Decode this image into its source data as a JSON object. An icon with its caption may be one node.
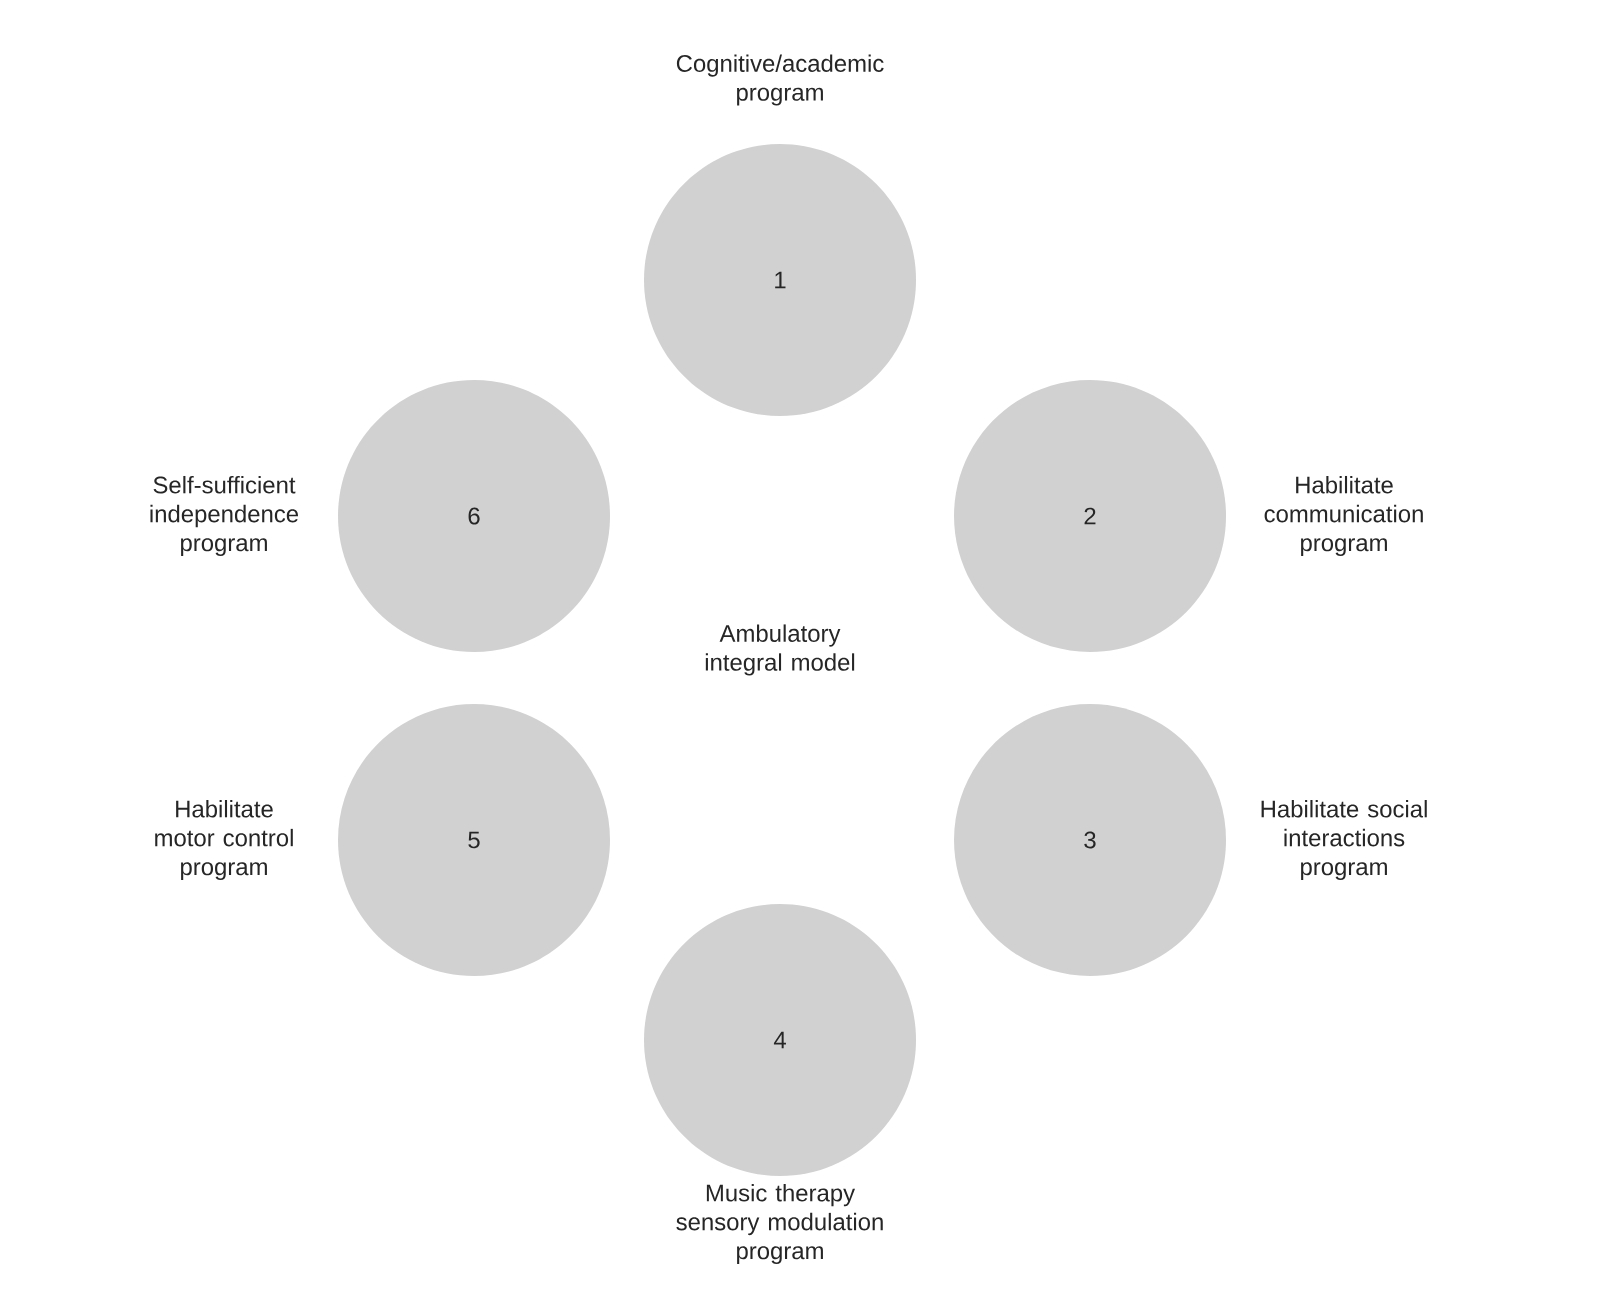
{
  "diagram": {
    "nodes": [
      {
        "text": [
          "1"
        ],
        "beside": [
          "Cognitive/academic program"
        ]
      },
      {
        "text": [
          "2"
        ],
        "beside": [
          "Habilitate communication program"
        ]
      },
      {
        "text": [
          "3"
        ],
        "beside": [
          "Habilitate social interactions program"
        ]
      },
      {
        "text": [
          "4"
        ],
        "beside": [
          "Music therapy sensory modulation program"
        ]
      },
      {
        "text": [
          "5"
        ],
        "beside": [
          "Habilitate motor control program"
        ]
      },
      {
        "text": [
          "6"
        ],
        "beside": [
          "Self-sufficient independence program"
        ]
      }
    ],
    "labels": [
      "Ambulatory integral model"
    ]
  }
}
